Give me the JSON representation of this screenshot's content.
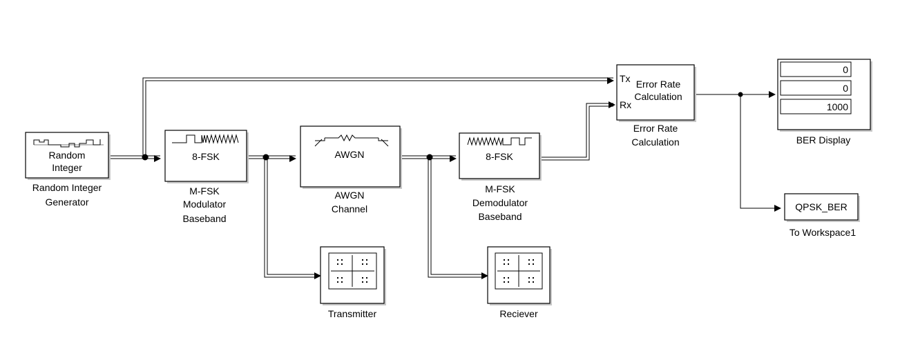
{
  "blocks": {
    "random_integer": {
      "inner_line1": "Random",
      "inner_line2": "Integer",
      "label_line1": "Random Integer",
      "label_line2": "Generator"
    },
    "mfsk_mod": {
      "inner": "8-FSK",
      "label_line1": "M-FSK",
      "label_line2": "Modulator",
      "label_line3": "Baseband"
    },
    "awgn": {
      "inner": "AWGN",
      "label_line1": "AWGN",
      "label_line2": "Channel"
    },
    "mfsk_demod": {
      "inner": "8-FSK",
      "label_line1": "M-FSK",
      "label_line2": "Demodulator",
      "label_line3": "Baseband"
    },
    "error_rate": {
      "inner_line1": "Error Rate",
      "inner_line2": "Calculation",
      "port_tx": "Tx",
      "port_rx": "Rx",
      "label_line1": "Error Rate",
      "label_line2": "Calculation"
    },
    "ber_display": {
      "values": [
        "0",
        "0",
        "1000"
      ],
      "label": "BER Display"
    },
    "to_workspace": {
      "inner": "QPSK_BER",
      "label": "To Workspace1"
    },
    "transmitter": {
      "label": "Transmitter"
    },
    "receiver": {
      "label": "Reciever"
    }
  }
}
